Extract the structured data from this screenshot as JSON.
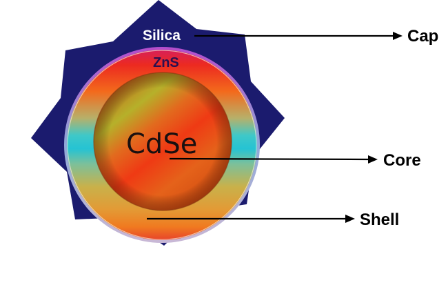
{
  "diagram": {
    "layers": {
      "cap_material": "Silica",
      "shell_material": "ZnS",
      "core_material": "CdSe"
    },
    "callouts": {
      "cap": "Cap",
      "core": "Core",
      "shell": "Shell"
    },
    "colors": {
      "cap_fill": "#1b1b6e",
      "silica_text": "#ffffff",
      "zns_text": "#2a1050",
      "cdse_text": "#1a1010",
      "callout_text": "#000000",
      "arrow": "#000000"
    }
  }
}
